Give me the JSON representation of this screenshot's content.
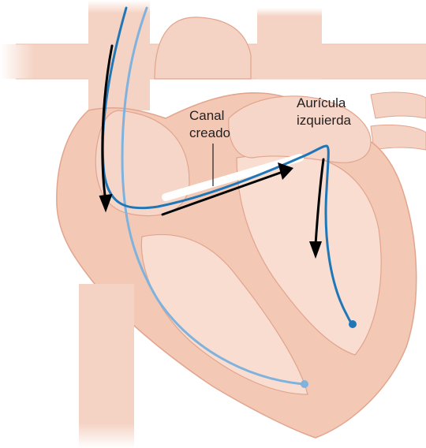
{
  "labels": {
    "channel": {
      "line1": "Canal",
      "line2": "creado"
    },
    "left_atrium": {
      "line1": "Aurícula",
      "line2": "izquierda"
    }
  },
  "colors": {
    "background": "#ffffff",
    "heart_fill": "#f3c9b6",
    "heart_light": "#f8ddd0",
    "heart_outline": "#e2a48c",
    "vessel_fill": "#f5d3c4",
    "catheter_dark": "#1f77b8",
    "catheter_light": "#7fb2dd",
    "arrow": "#000000",
    "channel_highlight": "#ffffff"
  }
}
